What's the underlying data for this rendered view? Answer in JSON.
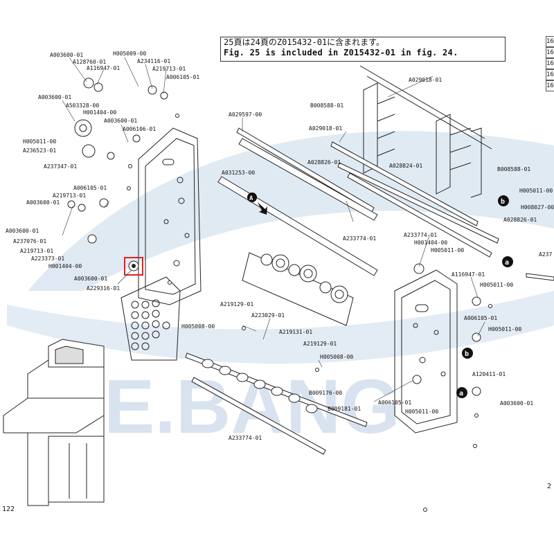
{
  "header": {
    "line1": "25頁は24頁のZ015432-01に含まれます。",
    "line2": "Fig. 25 is included in Z015432-01 in fig. 24."
  },
  "page_number": "122",
  "page_number_right": "2",
  "right_table": [
    "16",
    "16",
    "16",
    "16",
    "16"
  ],
  "watermark": "E.BANG",
  "markers": {
    "a": "a",
    "b": "b",
    "A": "A"
  },
  "colors": {
    "line": "#222222",
    "highlight": "#e02020",
    "watermark": "#b9cde3"
  },
  "labels": [
    "A003600-01",
    "A128760-01",
    "A116947-01",
    "H005009-00",
    "A234116-01",
    "A219713-01",
    "A006105-01",
    "A003600-01",
    "A503328-00",
    "H001404-00",
    "A003600-01",
    "A006106-01",
    "H005011-00",
    "A236523-01",
    "A237347-01",
    "A006105-01",
    "A219713-01",
    "A003600-01",
    "A003600-01",
    "A237076-01",
    "A219713-01",
    "A223373-01",
    "H001404-00",
    "A003600-01",
    "A229316-01",
    "A029597-00",
    "B008588-01",
    "A029018-01",
    "A029018-01",
    "A028826-01",
    "A031253-00",
    "A028824-01",
    "B008588-01",
    "H005011-00",
    "H008027-00",
    "A028826-01",
    "A233774-01",
    "A233774-01",
    "H001404-00",
    "H005011-00",
    "A116947-01",
    "H005011-00",
    "A006105-01",
    "H005011-00",
    "A219129-01",
    "A223029-01",
    "H005008-00",
    "A219131-01",
    "A219129-01",
    "H005008-00",
    "A120411-01",
    "B009176-00",
    "B009181-01",
    "A006105-01",
    "H005011-00",
    "A003600-01",
    "A233774-01",
    "A237"
  ]
}
